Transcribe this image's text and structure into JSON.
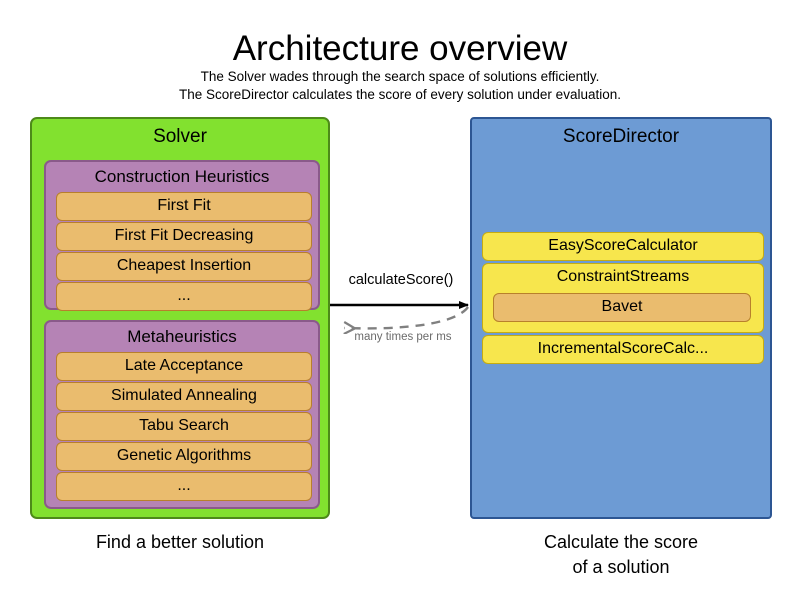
{
  "header": {
    "title": "Architecture overview",
    "subtitle_line1": "The Solver wades through the search space of solutions efficiently.",
    "subtitle_line2": "The ScoreDirector calculates the score of every solution under evaluation."
  },
  "colors": {
    "solver_panel": "#82e12f",
    "solver_panel_border": "#4d8a19",
    "group_box": "#b583b5",
    "group_box_border": "#8a5a8a",
    "item_box": "#eabc6e",
    "item_box_border": "#b8802c",
    "scoredirector_panel": "#6d9bd4",
    "scoredirector_panel_border": "#2d5693",
    "calculator_box": "#f7e64d",
    "calculator_box_border": "#c7ac10",
    "arrow_solid": "#000000",
    "arrow_dashed": "#808080",
    "text": "#000000",
    "dashed_label_text": "#6b6b6b"
  },
  "solver": {
    "title": "Solver",
    "caption": "Find a better solution",
    "groups": [
      {
        "title": "Construction Heuristics",
        "items": [
          "First Fit",
          "First Fit Decreasing",
          "Cheapest Insertion",
          "..."
        ]
      },
      {
        "title": "Metaheuristics",
        "items": [
          "Late Acceptance",
          "Simulated Annealing",
          "Tabu Search",
          "Genetic Algorithms",
          "..."
        ]
      }
    ]
  },
  "score_director": {
    "title": "ScoreDirector",
    "caption_line1": "Calculate the score",
    "caption_line2": "of a solution",
    "calculators": [
      {
        "label": "EasyScoreCalculator",
        "nested": null
      },
      {
        "label": "ConstraintStreams",
        "nested": "Bavet"
      },
      {
        "label": "IncrementalScoreCalc...",
        "nested": null
      }
    ]
  },
  "arrows": {
    "forward_label": "calculateScore()",
    "backward_label": "many times per ms"
  }
}
